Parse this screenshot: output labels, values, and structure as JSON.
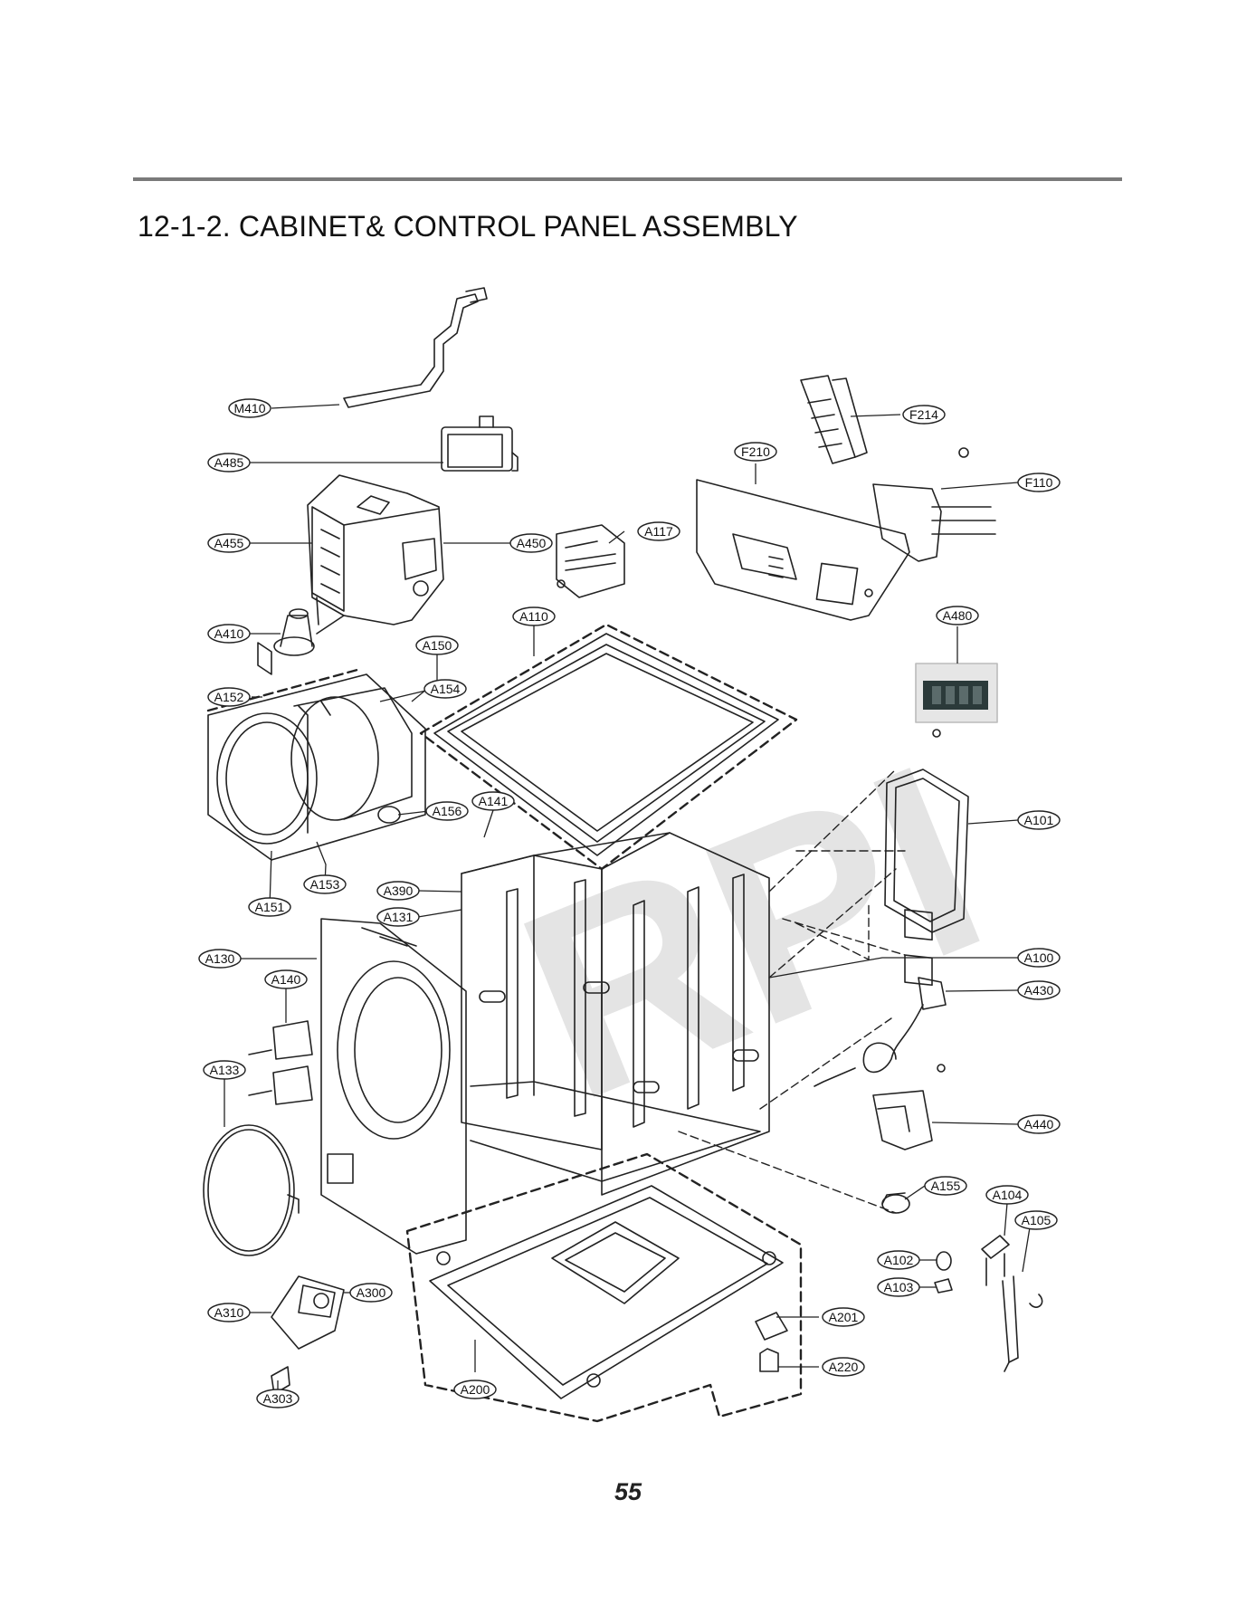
{
  "header": {
    "section_title": "12-1-2. CABINET& CONTROL PANEL ASSEMBLY"
  },
  "watermark": {
    "text": "RPI"
  },
  "callouts": [
    {
      "id": "M410"
    },
    {
      "id": "A485"
    },
    {
      "id": "A455"
    },
    {
      "id": "A450"
    },
    {
      "id": "A410"
    },
    {
      "id": "A150"
    },
    {
      "id": "A152"
    },
    {
      "id": "A154"
    },
    {
      "id": "A156"
    },
    {
      "id": "A153"
    },
    {
      "id": "A151"
    },
    {
      "id": "A117"
    },
    {
      "id": "A110"
    },
    {
      "id": "A141"
    },
    {
      "id": "A390"
    },
    {
      "id": "A131"
    },
    {
      "id": "A130"
    },
    {
      "id": "A140"
    },
    {
      "id": "A133"
    },
    {
      "id": "A310"
    },
    {
      "id": "A300"
    },
    {
      "id": "A303"
    },
    {
      "id": "A200"
    },
    {
      "id": "A201"
    },
    {
      "id": "A220"
    },
    {
      "id": "F214"
    },
    {
      "id": "F210"
    },
    {
      "id": "F110"
    },
    {
      "id": "A480"
    },
    {
      "id": "A101"
    },
    {
      "id": "A100"
    },
    {
      "id": "A430"
    },
    {
      "id": "A440"
    },
    {
      "id": "A155"
    },
    {
      "id": "A104"
    },
    {
      "id": "A105"
    },
    {
      "id": "A102"
    },
    {
      "id": "A103"
    }
  ],
  "footer": {
    "page_number": "55"
  }
}
